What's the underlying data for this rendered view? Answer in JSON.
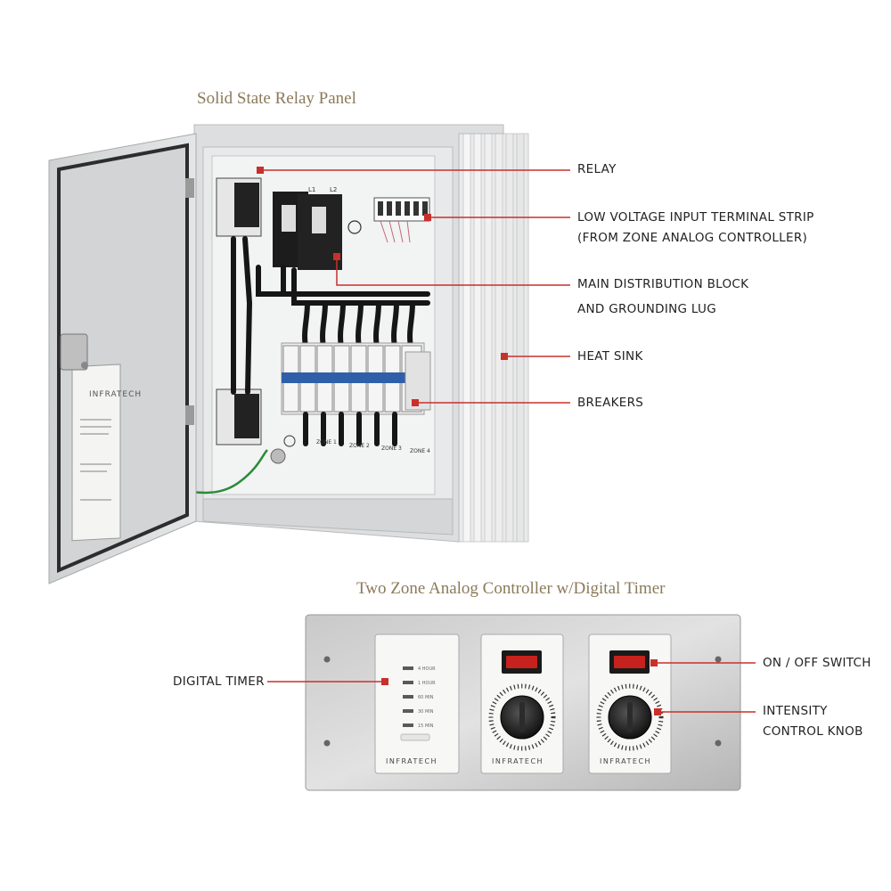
{
  "titles": {
    "relay_panel": "Solid State Relay Panel",
    "controller": "Two Zone Analog Controller w/Digital Timer"
  },
  "callouts": {
    "relay": "RELAY",
    "low_voltage_line1": "LOW VOLTAGE INPUT TERMINAL STRIP",
    "low_voltage_line2": "(FROM ZONE ANALOG CONTROLLER)",
    "main_dist_line1": "MAIN DISTRIBUTION BLOCK",
    "main_dist_line2": "AND GROUNDING LUG",
    "heat_sink": "HEAT SINK",
    "breakers": "BREAKERS",
    "digital_timer": "DIGITAL TIMER",
    "on_off_switch": "ON / OFF SWITCH",
    "intensity_line1": "INTENSITY",
    "intensity_line2": "CONTROL KNOB"
  },
  "panel_text": {
    "door_brand": "INFRATECH",
    "l1": "L1",
    "l2": "L2",
    "zone1": "ZONE 1",
    "zone2": "ZONE 2",
    "zone3": "ZONE 3",
    "zone4": "ZONE 4",
    "timer_4hour": "4 HOUR",
    "timer_1hour": "1 HOUR",
    "timer_60min": "60 MIN",
    "timer_30min": "30 MIN",
    "timer_15min": "15 MIN",
    "controller_brand_1": "INFRATECH",
    "controller_brand_2": "INFRATECH",
    "controller_brand_3": "INFRATECH"
  },
  "colors": {
    "accent_red": "#c8302c",
    "label_gold": "#8b7a5a"
  }
}
